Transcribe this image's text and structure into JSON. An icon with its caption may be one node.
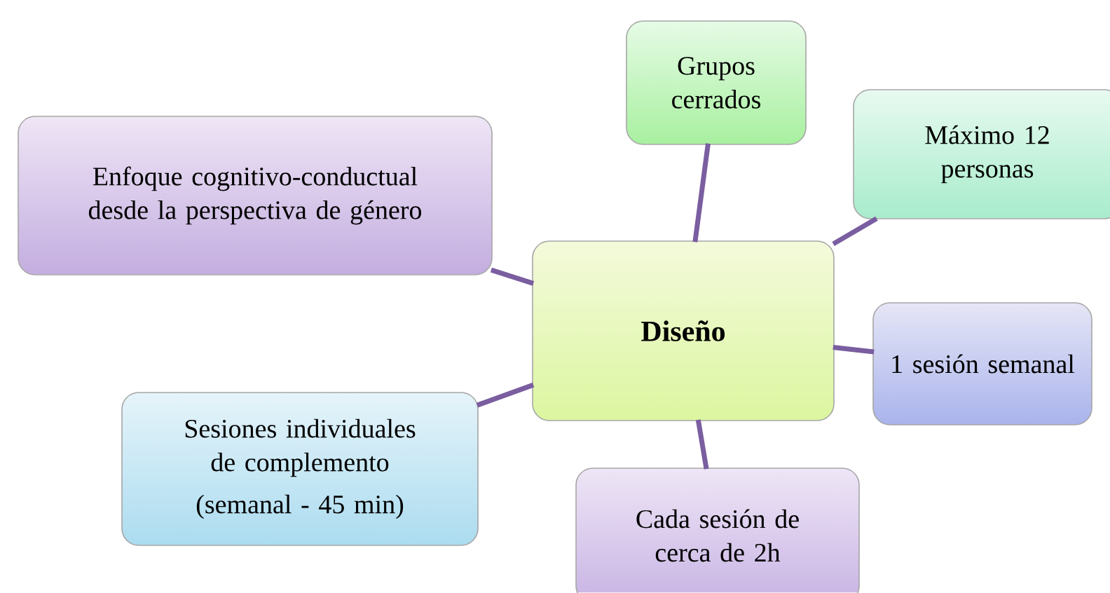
{
  "diagram": {
    "nodes": [
      {
        "text": [
          "Grupos cerrados"
        ]
      },
      {
        "text": [
          "Máximo 12 personas"
        ]
      },
      {
        "text": [
          "Enfoque cognitivo-conductual desde la perspectiva de género"
        ]
      },
      {
        "text": [
          "**Diseño**"
        ]
      },
      {
        "text": [
          "1 sesión semanal"
        ]
      },
      {
        "text": [
          "Sesiones individuales de complemento",
          "(semanal - 45 min)"
        ]
      },
      {
        "text": [
          "Cada sesión de cerca de 2h"
        ]
      }
    ],
    "edges": [
      {
        "from": 3,
        "to": 0,
        "arrow": "none"
      },
      {
        "from": 3,
        "to": 1,
        "arrow": "none"
      },
      {
        "from": 3,
        "to": 2,
        "arrow": "none"
      },
      {
        "from": 3,
        "to": 4,
        "arrow": "none"
      },
      {
        "from": 3,
        "to": 5,
        "arrow": "none"
      },
      {
        "from": 3,
        "to": 6,
        "arrow": "none"
      }
    ]
  }
}
